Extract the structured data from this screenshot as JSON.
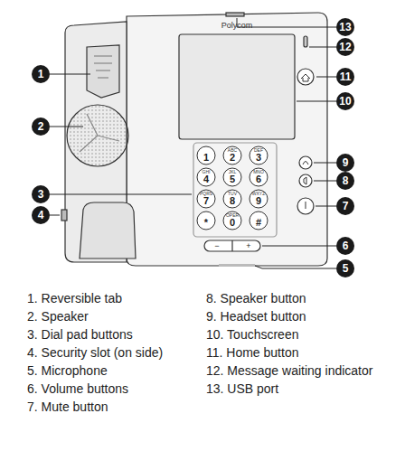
{
  "diagram": {
    "labels": [
      "1",
      "2",
      "3",
      "4",
      "13",
      "12",
      "11",
      "10",
      "9",
      "8",
      "7",
      "6",
      "5",
      "Polycom",
      "1",
      "2",
      "3",
      "4",
      "5",
      "6",
      "7",
      "8",
      "9",
      "*",
      "0",
      "#",
      "ABC",
      "DEF",
      "GHI",
      "JKL",
      "MNO",
      "PQRS",
      "TUV",
      "WXYZ",
      "OPER",
      "−",
      "+",
      "1. Reversible tab",
      "2. Speaker",
      "3. Dial pad buttons",
      "4. Security slot (on side)",
      "5. Microphone",
      "6. Volume buttons",
      "7. Mute button",
      "8. Speaker button",
      "9. Headset button",
      "10. Touchscreen",
      "11. Home button",
      "12. Message waiting indicator",
      "13. USB port"
    ]
  }
}
